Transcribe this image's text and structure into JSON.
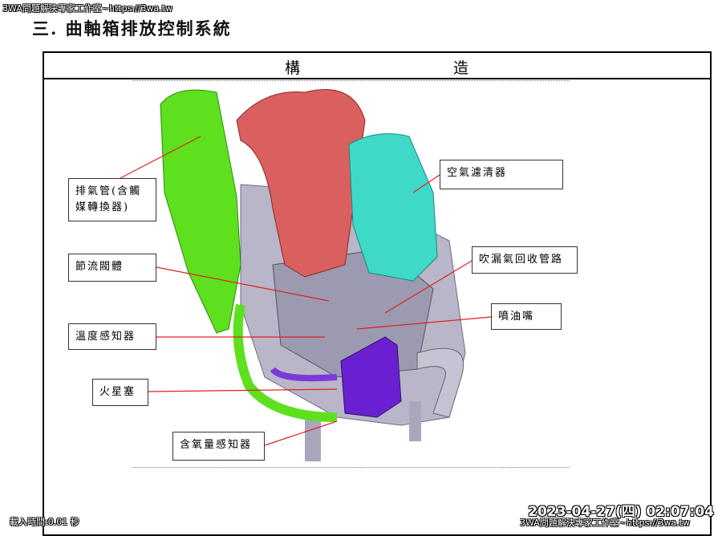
{
  "watermark": "3WA問題解決專家工作室~https://3wa.tw",
  "title": "三. 曲軸箱排放控制系統",
  "header": {
    "left": "構",
    "right": "造"
  },
  "labels": {
    "exhaust": "排氣管(含觸媒轉換器)",
    "air_filter": "空氣濾清器",
    "throttle": "節流閥體",
    "blowby": "吹漏氣回收管路",
    "injector": "噴油嘴",
    "temp_sensor": "溫度感知器",
    "spark_plug": "火星塞",
    "o2_sensor": "含氧量感知器"
  },
  "timestamp": "2023-04-27(四) 02:07:04",
  "load_time": "載入時間:0.01 秒",
  "colors": {
    "exhaust": "#5ee01e",
    "intake": "#d9605f",
    "filter": "#3fd9c8",
    "engine": "#b8b6c8",
    "cover": "#6a1fd0",
    "leader": "#e02020"
  }
}
